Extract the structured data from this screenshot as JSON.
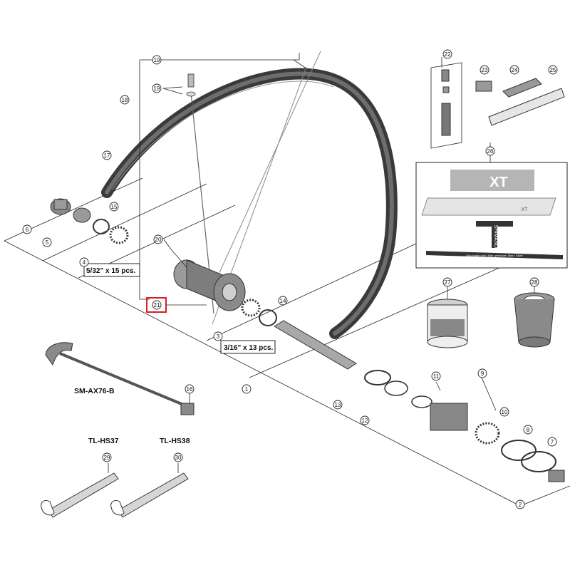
{
  "callouts": [
    {
      "id": "c1",
      "label": "1"
    },
    {
      "id": "c2",
      "label": "2"
    },
    {
      "id": "c3",
      "label": "3"
    },
    {
      "id": "c4",
      "label": "4"
    },
    {
      "id": "c5",
      "label": "5"
    },
    {
      "id": "c6",
      "label": "6"
    },
    {
      "id": "c7",
      "label": "7"
    },
    {
      "id": "c8",
      "label": "8"
    },
    {
      "id": "c9",
      "label": "9"
    },
    {
      "id": "c10",
      "label": "10"
    },
    {
      "id": "c11",
      "label": "11"
    },
    {
      "id": "c12",
      "label": "12"
    },
    {
      "id": "c13",
      "label": "13"
    },
    {
      "id": "c14",
      "label": "14"
    },
    {
      "id": "c15",
      "label": "15"
    },
    {
      "id": "c16",
      "label": "16"
    },
    {
      "id": "c17",
      "label": "17"
    },
    {
      "id": "c18",
      "label": "18"
    },
    {
      "id": "c19a",
      "label": "19"
    },
    {
      "id": "c19b",
      "label": "19"
    },
    {
      "id": "c20",
      "label": "20"
    },
    {
      "id": "c21",
      "label": "21"
    },
    {
      "id": "c22",
      "label": "22"
    },
    {
      "id": "c23",
      "label": "23"
    },
    {
      "id": "c24",
      "label": "24"
    },
    {
      "id": "c25",
      "label": "25"
    },
    {
      "id": "c26",
      "label": "26"
    },
    {
      "id": "c27",
      "label": "27"
    },
    {
      "id": "c28",
      "label": "28"
    },
    {
      "id": "c29",
      "label": "29"
    },
    {
      "id": "c30",
      "label": "30"
    }
  ],
  "labels": {
    "axle_model": "SM-AX76-B",
    "tool_left": "TL-HS37",
    "tool_right": "TL-HS38",
    "bearing_front": "5/32\" x 15 pcs.",
    "bearing_rear": "3/16\" x 13 pcs."
  },
  "decal": {
    "logo_text": "XT",
    "small_text": "XT",
    "vertical_text": "SHIMANO",
    "strip_text": "Disc brake only / Max. pressure: 3bar / 44psi"
  },
  "highlight": {
    "callout": "21",
    "color": "#d62020"
  },
  "colors": {
    "line": "#222222",
    "rim": "#3a3a3a",
    "part_fill": "#8a8a8a",
    "part_light": "#c8c8c8",
    "decal_grey": "#b5b5b5"
  }
}
